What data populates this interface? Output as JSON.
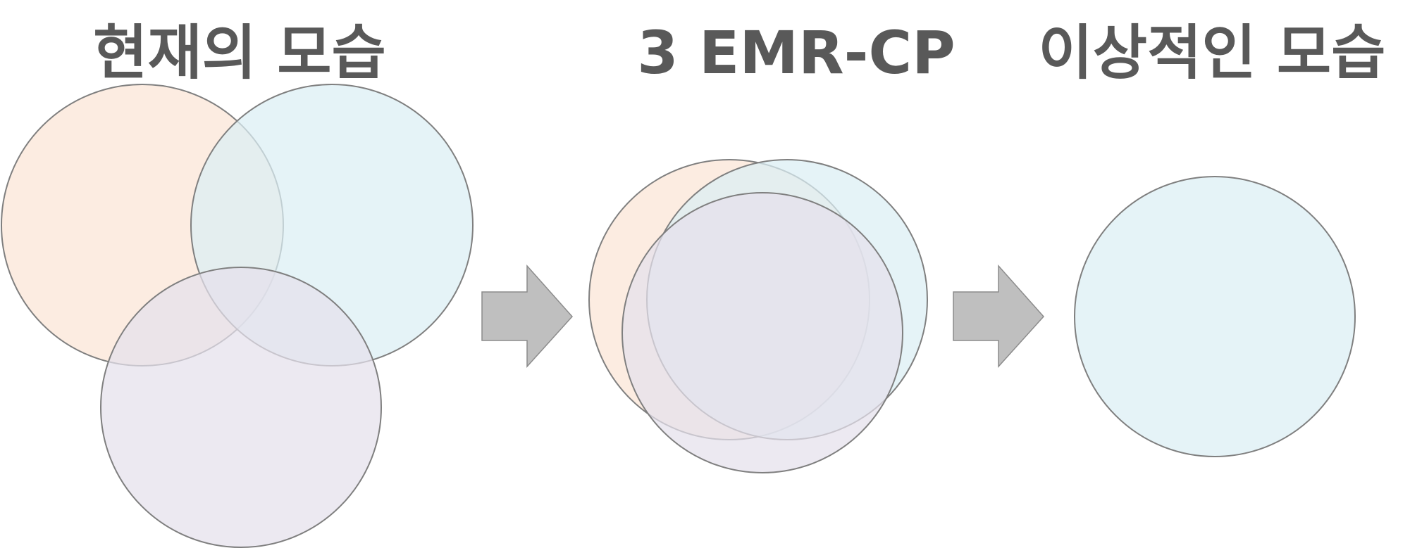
{
  "headings": {
    "current": "현재의 모습",
    "process": "3 EMR-CP",
    "ideal": "이상적인 모습"
  },
  "colors": {
    "orange_fill": "#fbe5d6",
    "blue_fill": "#dbeef4",
    "purple_fill": "#e5e0ec",
    "circle_stroke": "#7f7f7f",
    "arrow_fill": "#bfbfbf",
    "arrow_stroke": "#8c8c8c",
    "heading_text": "#595959"
  }
}
